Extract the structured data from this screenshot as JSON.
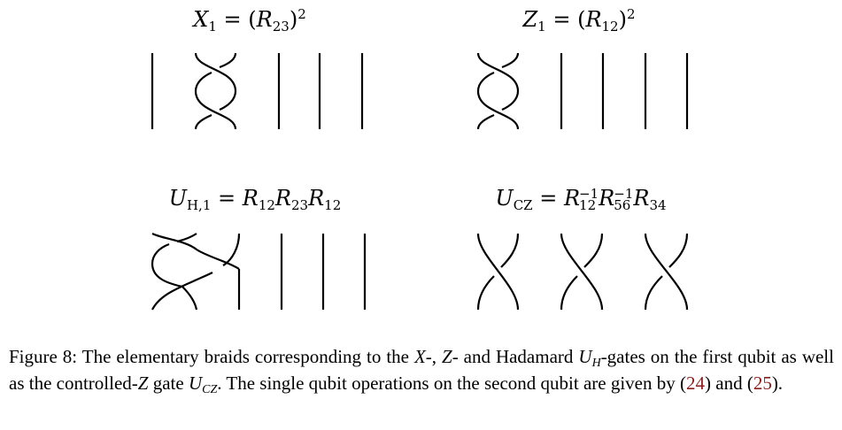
{
  "formulas": {
    "x1": {
      "lhs": "X",
      "lhs_sub": "1",
      "eq": " = (",
      "r": "R",
      "r_sub": "23",
      "close": ")",
      "sup": "2"
    },
    "z1": {
      "lhs": "Z",
      "lhs_sub": "1",
      "eq": " = (",
      "r": "R",
      "r_sub": "12",
      "close": ")",
      "sup": "2"
    },
    "uh": {
      "lhs": "U",
      "lhs_sub": "H,1",
      "eq": " = ",
      "r1": "R",
      "r1_sub": "12",
      "r2": "R",
      "r2_sub": "23",
      "r3": "R",
      "r3_sub": "12"
    },
    "ucz": {
      "lhs": "U",
      "lhs_sub": "CZ",
      "eq": " = ",
      "r1": "R",
      "r1_sup": "−1",
      "r1_sub": "12",
      "r2": "R",
      "r2_sup": "−1",
      "r2_sub": "56",
      "r3": "R",
      "r3_sub": "34"
    }
  },
  "caption": {
    "fig_label": "Figure 8:",
    "t1": " The elementary braids corresponding to the ",
    "x": "X",
    "t2": "-, ",
    "z": "Z",
    "t3": "- and Hadamard ",
    "u": "U",
    "u_sub": "H",
    "t4": "-gates on the first qubit as well as the controlled-",
    "z2": "Z",
    "t5": " gate ",
    "ucz": "U",
    "ucz_sub": "CZ",
    "t6": ".  The single qubit operations on the second qubit are given by (",
    "ref1": "24",
    "t7": ") and (",
    "ref2": "25",
    "t8": ")."
  }
}
